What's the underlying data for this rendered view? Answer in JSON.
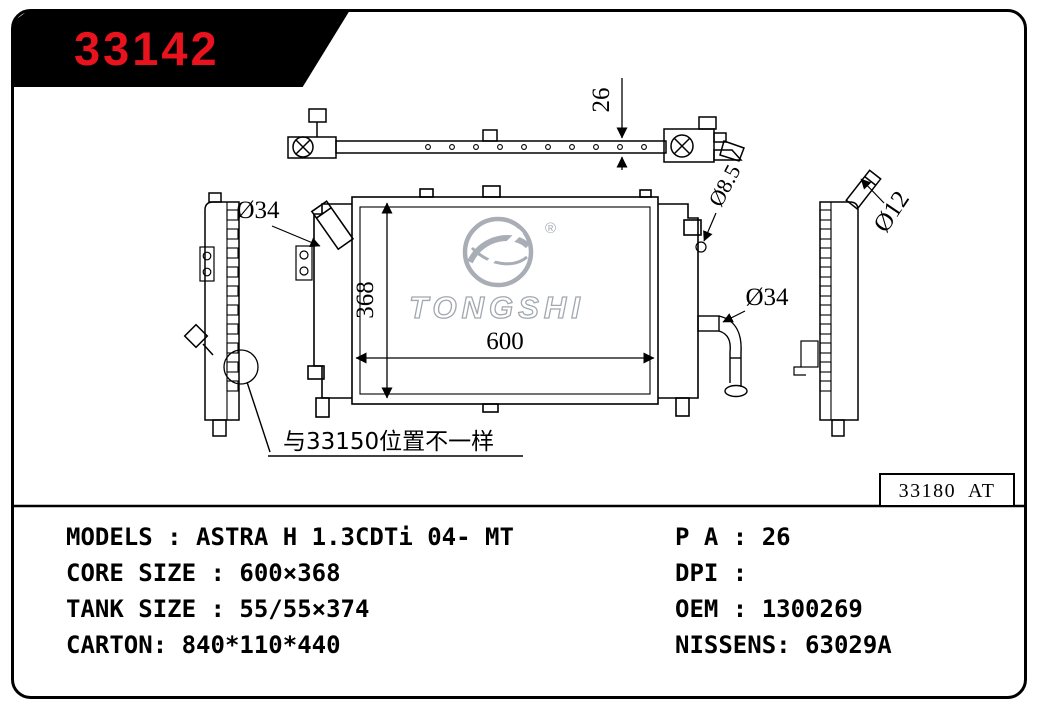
{
  "banner": {
    "part_number": "33142"
  },
  "logo": {
    "text": "TONGSHI",
    "registered": "®"
  },
  "drawing": {
    "dims": {
      "depth": "26",
      "height": "368",
      "width": "600"
    },
    "labels": {
      "inlet_diameter": "Ø34",
      "mount_hole_diameter": "Ø8.5",
      "outlet_diameter": "Ø34",
      "pipe_diameter": "Ø12"
    },
    "note": "与33150位置不一样",
    "ref_code": "33180  AT"
  },
  "specs": {
    "left": [
      "MODELS : ASTRA H 1.3CDTi 04- MT",
      "CORE SIZE : 600×368",
      "TANK SIZE : 55/55×374",
      "CARTON: 840*110*440"
    ],
    "right": [
      "P A : 26",
      "DPI :",
      "OEM : 1300269",
      "NISSENS: 63029A"
    ]
  }
}
